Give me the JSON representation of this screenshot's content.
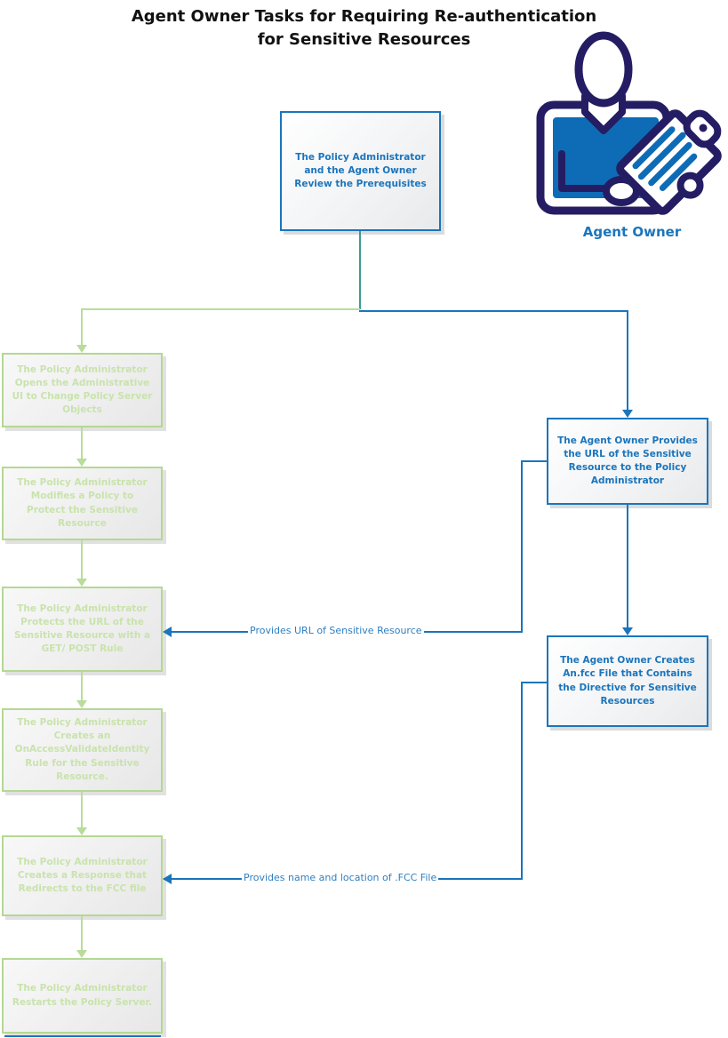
{
  "title": {
    "line1": "Agent Owner Tasks for Requiring Re-authentication",
    "line2": "for Sensitive Resources"
  },
  "actor": {
    "label": "Agent Owner"
  },
  "colors": {
    "blue_accent": "#1b75bc",
    "green_accent": "#b9dc9a",
    "green_text": "#c9e3ac",
    "teal_overlap": "#3e9b92",
    "icon_navy": "#241d63",
    "icon_blue": "#0e6cb6"
  },
  "flow": {
    "start": {
      "label": "The Policy Administrator and the Agent Owner Review the Prerequisites"
    },
    "left_steps": [
      "The Policy Administrator Opens the Administrative UI to Change Policy Server Objects",
      "The Policy Administrator Modifies a Policy to Protect the Sensitive Resource",
      "The Policy Administrator Protects the URL of the Sensitive Resource with a GET/ POST Rule",
      "The Policy Administrator Creates an OnAccessValidateIdentity Rule for the Sensitive Resource.",
      "The Policy Administrator Creates a Response that Redirects to the FCC file",
      "The Policy Administrator Restarts the Policy Server."
    ],
    "right_steps": [
      "The Agent Owner Provides the URL of the Sensitive Resource to the Policy Administrator",
      "The Agent Owner Creates An.fcc File that Contains the Directive for Sensitive Resources"
    ],
    "edge_labels": {
      "url": "Provides URL of Sensitive Resource",
      "fcc": "Provides name and location of .FCC File"
    }
  }
}
